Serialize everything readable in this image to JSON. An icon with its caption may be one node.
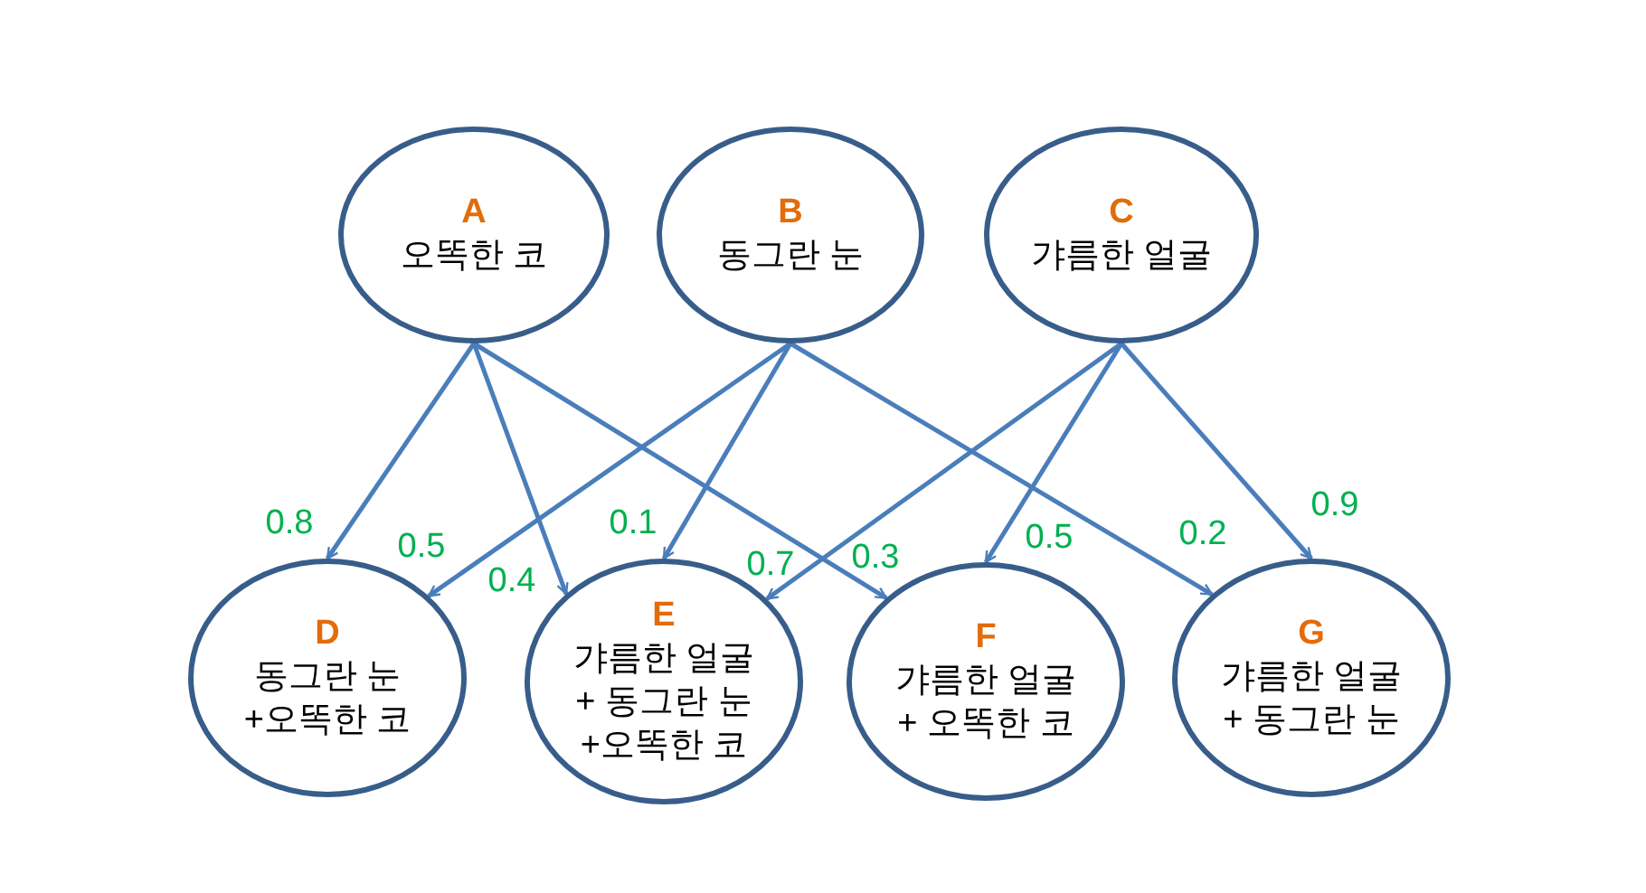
{
  "diagram": {
    "nodes": [
      {
        "text": [
          "A",
          "오똑한 코"
        ]
      },
      {
        "text": [
          "B",
          "동그란 눈"
        ]
      },
      {
        "text": [
          "C",
          "갸름한 얼굴"
        ]
      },
      {
        "text": [
          "D",
          "동그란 눈 +오똑한 코"
        ]
      },
      {
        "text": [
          "E",
          "갸름한 얼굴 + 동그란 눈 +오똑한 코"
        ]
      },
      {
        "text": [
          "F",
          "갸름한 얼굴 + 오똑한 코"
        ]
      },
      {
        "text": [
          "G",
          "갸름한 얼굴 + 동그란 눈"
        ]
      }
    ],
    "edges": [
      {
        "from": 0,
        "to": 3,
        "arrow": "to",
        "label": "0.8"
      },
      {
        "from": 0,
        "to": 4,
        "arrow": "to",
        "label": "0.4"
      },
      {
        "from": 0,
        "to": 5,
        "arrow": "to",
        "label": "0.3"
      },
      {
        "from": 1,
        "to": 3,
        "arrow": "to",
        "label": "0.5"
      },
      {
        "from": 1,
        "to": 4,
        "arrow": "to",
        "label": "0.1"
      },
      {
        "from": 1,
        "to": 6,
        "arrow": "to",
        "label": "0.2"
      },
      {
        "from": 2,
        "to": 4,
        "arrow": "to",
        "label": "0.7"
      },
      {
        "from": 2,
        "to": 5,
        "arrow": "to",
        "label": "0.5"
      },
      {
        "from": 2,
        "to": 6,
        "arrow": "to",
        "label": "0.9"
      }
    ]
  }
}
